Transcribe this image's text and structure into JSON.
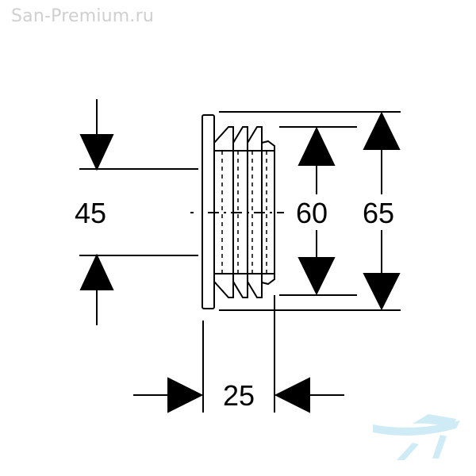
{
  "watermark": {
    "text": "San-Premium.ru"
  },
  "dimensions": {
    "left_height": "45",
    "inner_diameter": "60",
    "outer_diameter": "65",
    "depth": "25"
  },
  "colors": {
    "line": "#000000",
    "watermark": "#cfcfcf",
    "logo": "#a9dcef"
  },
  "icons": {
    "logo": "bathtub-logo-icon"
  }
}
